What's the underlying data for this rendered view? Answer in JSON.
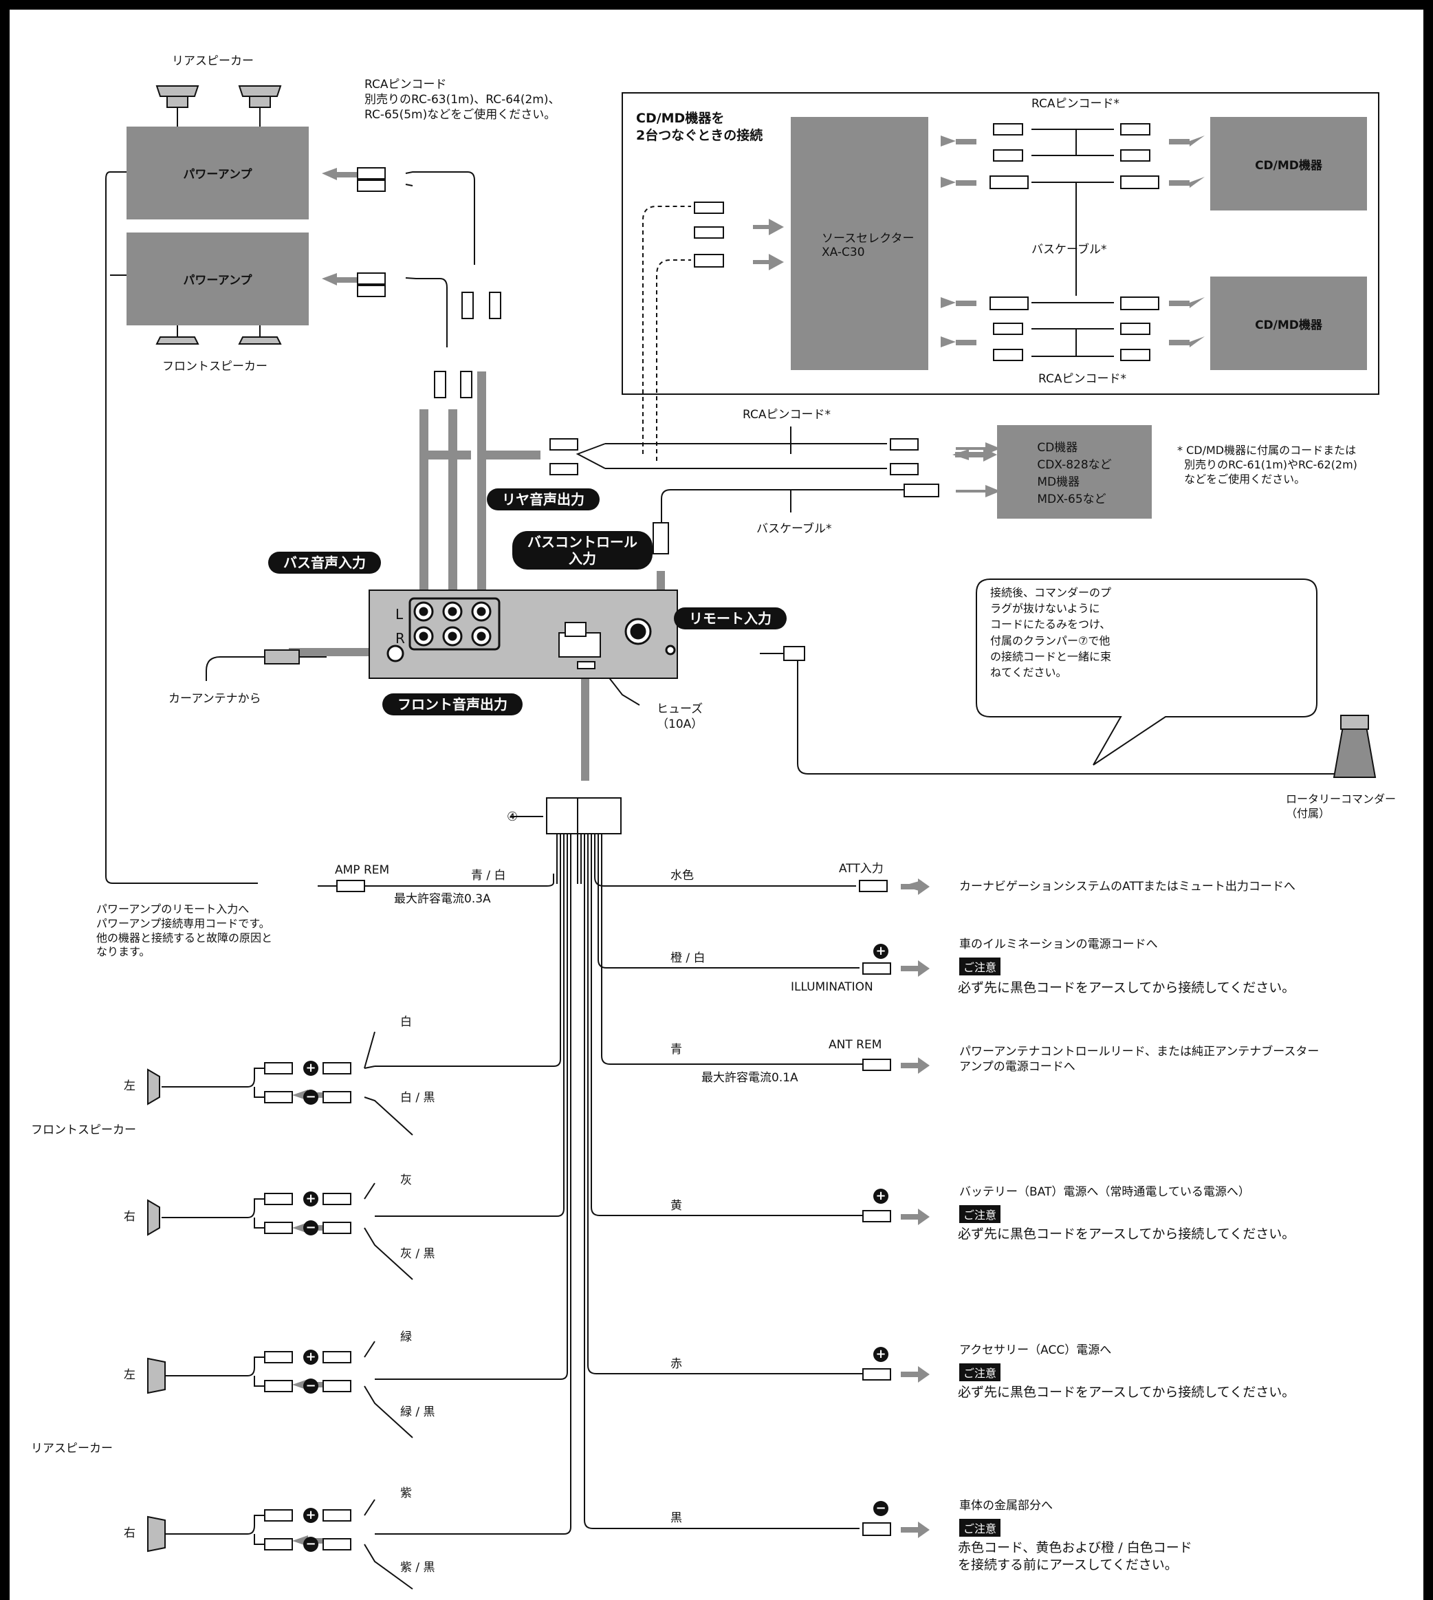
{
  "speakers": {
    "rear_top": "リアスピーカー",
    "front_top": "フロントスピーカー",
    "front_group": "フロントスピーカー",
    "rear_group": "リアスピーカー",
    "left": "左",
    "right": "右"
  },
  "amps": {
    "upper": "パワーアンプ",
    "lower": "パワーアンプ"
  },
  "rca_note": "RCAピンコード\n別売りのRC-63(1m)、RC-64(2m)、\nRC-65(5m)などをご使用ください。",
  "cdmd_panel": {
    "title": "CD/MD機器を\n2台つなぐときの接続",
    "selector": "ソースセレクター\nXA-C30",
    "rca_top": "RCAピンコード*",
    "bus_cable": "バスケーブル*",
    "rca_bottom": "RCAピンコード*",
    "device_top": "CD/MD機器",
    "device_bottom": "CD/MD機器"
  },
  "cd_connection": {
    "rca_label": "RCAピンコード*",
    "bus_label": "バスケーブル*",
    "device": "CD機器\nCDX-828など\nMD機器\nMDX-65など"
  },
  "footnote": "* CD/MD機器に付属のコードまたは\n  別売りのRC-61(1m)やRC-62(2m)\n  などをご使用ください。",
  "unit_labels": {
    "rear_out": "リヤ音声出力",
    "bus_in": "バス音声入力",
    "bus_control": "バスコントロール\n入力",
    "remote_in": "リモート入力",
    "front_out": "フロント音声出力",
    "l": "L",
    "r": "R",
    "antenna": "カーアンテナから",
    "fuse": "ヒューズ\n（10A）"
  },
  "commander": {
    "note": "接続後、コマンダーのプ\nラグが抜けないように\nコードにたるみをつけ、\n付属のクランパー⑦で他\nの接続コードと一緒に束\nねてください。",
    "name": "ロータリーコマンダー\n（付属）"
  },
  "harness_number": "④",
  "amp_rem": {
    "label": "AMP REM",
    "color": "青 / 白",
    "current": "最大許容電流0.3A",
    "note": "パワーアンプのリモート入力へ\nパワーアンプ接続専用コードです。\n他の機器と接続すると故障の原因と\nなります。"
  },
  "speaker_wires": [
    {
      "pos": "白",
      "neg": "白 / 黒"
    },
    {
      "pos": "灰",
      "neg": "灰 / 黒"
    },
    {
      "pos": "緑",
      "neg": "緑 / 黒"
    },
    {
      "pos": "紫",
      "neg": "紫 / 黒"
    }
  ],
  "right_wires": {
    "att": {
      "color": "水色",
      "label": "ATT入力",
      "dest": "カーナビゲーションシステムのATTまたはミュート出力コードへ"
    },
    "illum": {
      "color": "橙 / 白",
      "label": "ILLUMINATION",
      "dest": "車のイルミネーションの電源コードへ",
      "note": "必ず先に黒色コードをアースしてから接続してください。"
    },
    "ant": {
      "color": "青",
      "label": "ANT REM",
      "current": "最大許容電流0.1A",
      "dest": "パワーアンテナコントロールリード、または純正アンテナブースター\nアンプの電源コードへ"
    },
    "bat": {
      "color": "黄",
      "dest": "バッテリー（BAT）電源へ（常時通電している電源へ）",
      "note": "必ず先に黒色コードをアースしてから接続してください。"
    },
    "acc": {
      "color": "赤",
      "dest": "アクセサリー（ACC）電源へ",
      "note": "必ず先に黒色コードをアースしてから接続してください。"
    },
    "gnd": {
      "color": "黒",
      "dest": "車体の金属部分へ",
      "note": "赤色コード、黄色および橙 / 白色コード\nを接続する前にアースしてください。"
    }
  },
  "caution_label": "ご注意",
  "plus": "+",
  "minus": "−"
}
